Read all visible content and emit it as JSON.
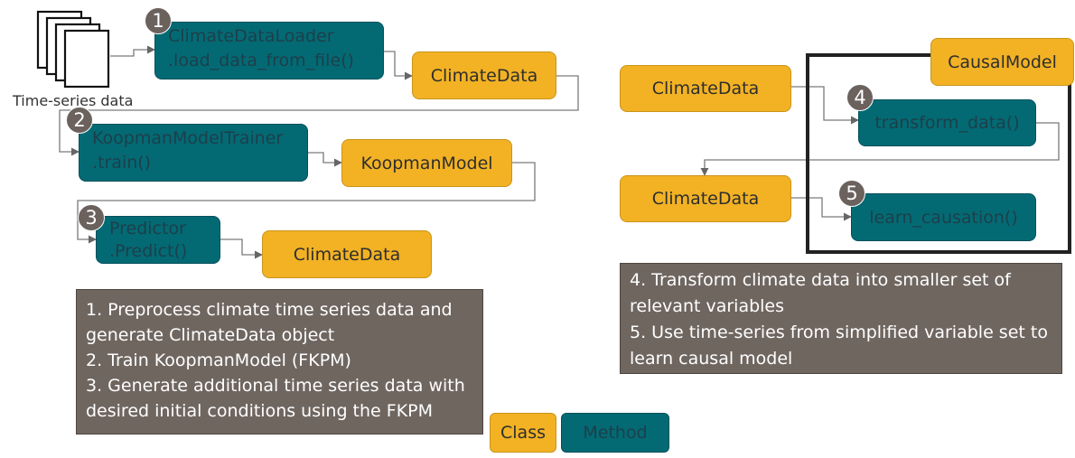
{
  "input": {
    "caption": "Time-series data",
    "icon": "document-stack-icon"
  },
  "pipeline": {
    "step1": {
      "number": "1",
      "line1": "ClimateDataLoader",
      "line2": ".load_data_from_file()"
    },
    "output1": "ClimateData",
    "step2": {
      "number": "2",
      "line1": "KoopmanModelTrainer",
      "line2": ".train()"
    },
    "output2": "KoopmanModel",
    "step3": {
      "number": "3",
      "line1": "Predictor",
      "line2": ".Predict()"
    },
    "output3": "ClimateData"
  },
  "causal": {
    "class_label": "CausalModel",
    "input_label": "ClimateData",
    "step4": {
      "number": "4",
      "label": "transform_data()"
    },
    "mid_label": "ClimateData",
    "step5": {
      "number": "5",
      "label": "learn_causation()"
    }
  },
  "notes_left": [
    "1. Preprocess climate time series data and",
    "generate ClimateData object",
    "2. Train KoopmanModel (FKPM)",
    "3. Generate additional time series data with",
    "desired initial conditions using the FKPM"
  ],
  "notes_right": [
    "4. Transform climate data into smaller set of",
    "relevant variables",
    "5. Use time-series from simplified variable set to",
    "learn causal model"
  ],
  "legend": {
    "class_label": "Class",
    "method_label": "Method"
  },
  "colors": {
    "class": "#f2b224",
    "method": "#036a74",
    "badge": "#6b615d",
    "note": "#6f6660"
  }
}
